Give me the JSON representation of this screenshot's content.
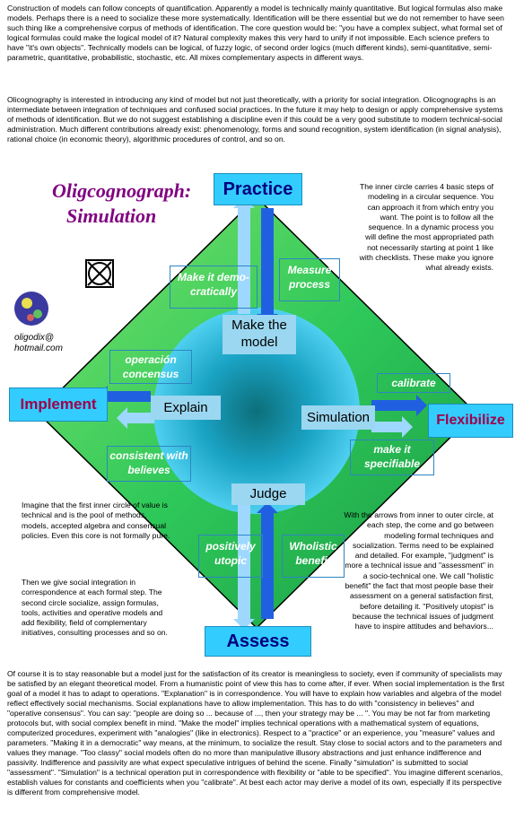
{
  "intro": {
    "p1": "Construction of models can follow concepts of quantification. Apparently a model is technically mainly quantitative. But logical formulas also make models. Perhaps there is a need to socialize these more systematically. Identification will be there essential but we do not remember to have seen such thing like a comprehensive corpus of methods of identification. The core question would be: \"you have a complex subject, what formal set of logical formulas could make the logical model of it? Natural complexity makes this very hard to unify if not impossible. Each science prefers to have \"it's own objects\". Technically models can be logical, of fuzzy logic, of second order logics (much different kinds), semi-quantitative, semi-parametric, quantitative, probabilistic, stochastic, etc. All mixes complementary aspects in different ways.",
    "p2": "Olicognography is interested in introducing any kind of model but not just theoretically, with a priority for social integration. Olicognographs is an intermediate between integration of techniques and confused social practices. In the future it may help to design or apply comprehensive systems of methods of identification. But we do not suggest establishing a discipline even if this could be a very good substitute to modern technical-social administration. Much different contributions already exist: phenomenology, forms and sound recognition, system identification (in signal analysis), rational choice (in economic theory), algorithmic procedures of control, and so on."
  },
  "title": {
    "line1": "Oligcognograph:",
    "line2": "Simulation"
  },
  "email": {
    "line1": "oligodix@",
    "line2": "hotmail.com"
  },
  "right_note": "The inner circle carries 4 basic steps of modeling in a circular sequence. You can approach it from which entry you want. The point is to follow all the sequence. In a dynamic process you will define the most appropriated path not necessarily starting at point 1 like with checklists. These make you ignore what already exists.",
  "corners": {
    "top": "Practice",
    "left": "Implement",
    "right": "Flexibilize",
    "bottom": "Assess"
  },
  "steps": {
    "top": "Make the model",
    "left": "Explain",
    "right": "Simulation",
    "bottom": "Judge"
  },
  "labels": {
    "make_democratic": "Make it demo-cratically",
    "measure": "Measure process",
    "operacion": "operación concensus",
    "consistent": "consistent with believes",
    "calibrate": "calibrate",
    "specifiable": "make it specifiable",
    "utopic": "positively utopic",
    "wholistic": "Wholistic benefit"
  },
  "left_note": {
    "p1": "Imagine that the first inner circle of value is technical and is the pool of methods, models, accepted algebra and consensual policies. Even this core is not formally pure.",
    "p2": "Then we give social integration in correspondence at each formal step. The second circle socialize, assign formulas, tools, activities and operative models and add flexibility, field of complementary initiatives, consulting processes and so on."
  },
  "right_note2": "With the arrows from inner to outer circle, at each step, the come and go between modeling formal techniques and socialization. Terms need to be explained and detailed. For example, \"judgment\" is more a technical issue and \"assessment\" in a socio-technical one. We call \"holistic benefit\" the fact that most people base their assessment on a general satisfaction first, before detailing it. \"Positively utopist\" is because the technical issues of judgment have to inspire attitudes and behaviors...",
  "outro": "Of course it is to stay reasonable but a model just for the satisfaction of its creator is meaningless to society, even if community of specialists may be satisfied by an elegant theoretical model. From a humanistic point of view this has to come after, if ever. When social implementation is the first goal of a model it has to adapt to operations. \"Explanation\" is in correspondence. You will have to explain how variables and algebra of the model reflect effectively social mechanisms. Social explanations have to allow implementation. This has to do with \"consistency in believes\" and \"operative consensus\". You can say: \"people are doing so ... because of ..., then your strategy may be ... \". You may be not far from marketing protocols but, with social complex benefit in mind. \"Make the model\" implies technical operations with a mathematical system of equations, computerized procedures, experiment with \"analogies\" (like in electronics). Respect to a \"practice\" or an experience, you \"measure\" values and parameters. \"Making it in a democratic\" way means, at the minimum, to socialize the result. Stay close to social actors and to the parameters and values they manage. \"Too classy\" social models often do no more than manipulative illusory abstractions and just enhance indifference and passivity. Indifference and passivity are what expect speculative intrigues of behind the scene. Finally \"simulation\" is submitted to social \"assessment\". \"Simulation\" is a technical operation put in correspondence with flexibility or \"able to be specified\". You imagine different scenarios, establish values for constants and coefficients when you \"calibrate\". At best each actor may derive a model of its own, especially if its perspective is different from comprehensive model."
}
